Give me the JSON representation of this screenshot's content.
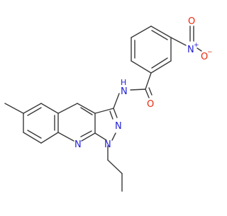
{
  "molecule": {
    "atom_labels": {
      "nitro_n": "N",
      "nitro_plus": "+",
      "nitro_o_right": "O",
      "nitro_o_minus": "−",
      "nitro_o_top": "O",
      "amide_o": "O",
      "amide_nh": "N",
      "amide_h": "H",
      "pyrazole_n2": "N",
      "pyrazole_n1": "N",
      "pyridine_n": "N"
    },
    "colors": {
      "bond": "#3a3a3a",
      "nitrogen": "#1f1fd6",
      "oxygen": "#e8280c"
    }
  }
}
